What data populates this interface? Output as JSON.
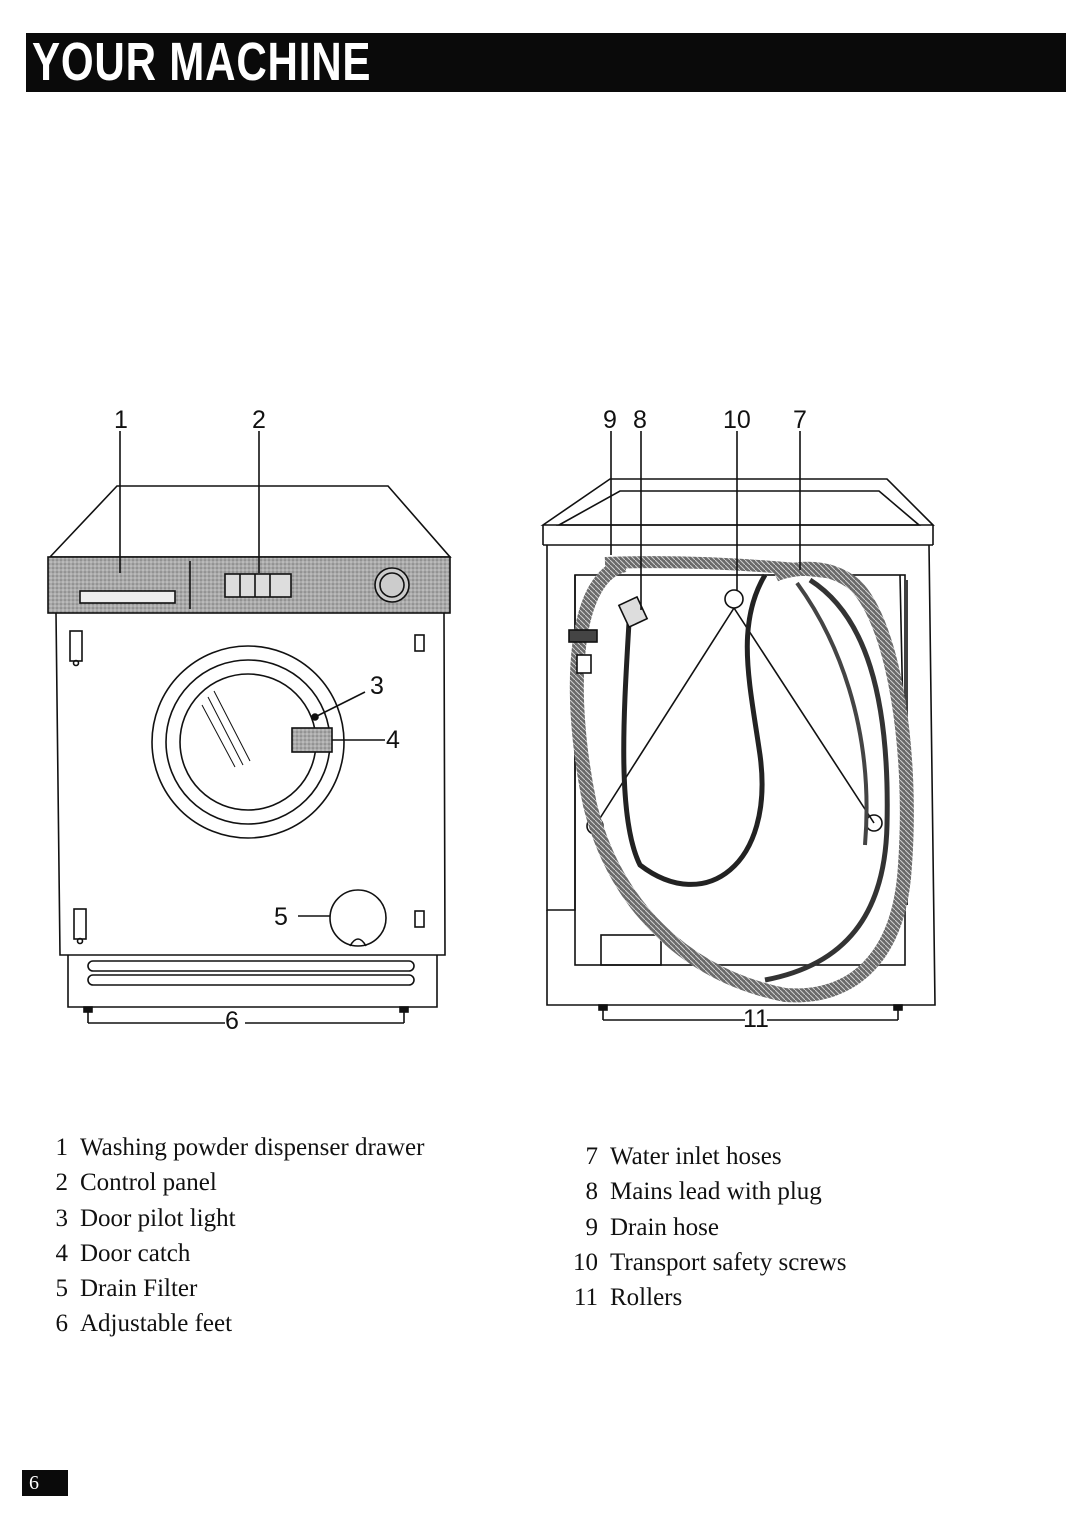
{
  "header": {
    "title": "YOUR MACHINE"
  },
  "front_callouts": [
    "1",
    "2",
    "3",
    "4",
    "5",
    "6"
  ],
  "rear_callouts": [
    "9",
    "8",
    "10",
    "7",
    "11"
  ],
  "legend_left": [
    {
      "num": "1",
      "label": "Washing powder dispenser drawer"
    },
    {
      "num": "2",
      "label": "Control panel"
    },
    {
      "num": "3",
      "label": "Door pilot light"
    },
    {
      "num": "4",
      "label": "Door catch"
    },
    {
      "num": "5",
      "label": "Drain Filter"
    },
    {
      "num": "6",
      "label": "Adjustable feet"
    }
  ],
  "legend_right": [
    {
      "num": "7",
      "label": "Water inlet hoses"
    },
    {
      "num": "8",
      "label": "Mains lead with plug"
    },
    {
      "num": "9",
      "label": "Drain hose"
    },
    {
      "num": "10",
      "label": "Transport safety screws"
    },
    {
      "num": "11",
      "label": "Rollers"
    }
  ],
  "page_number": "6"
}
